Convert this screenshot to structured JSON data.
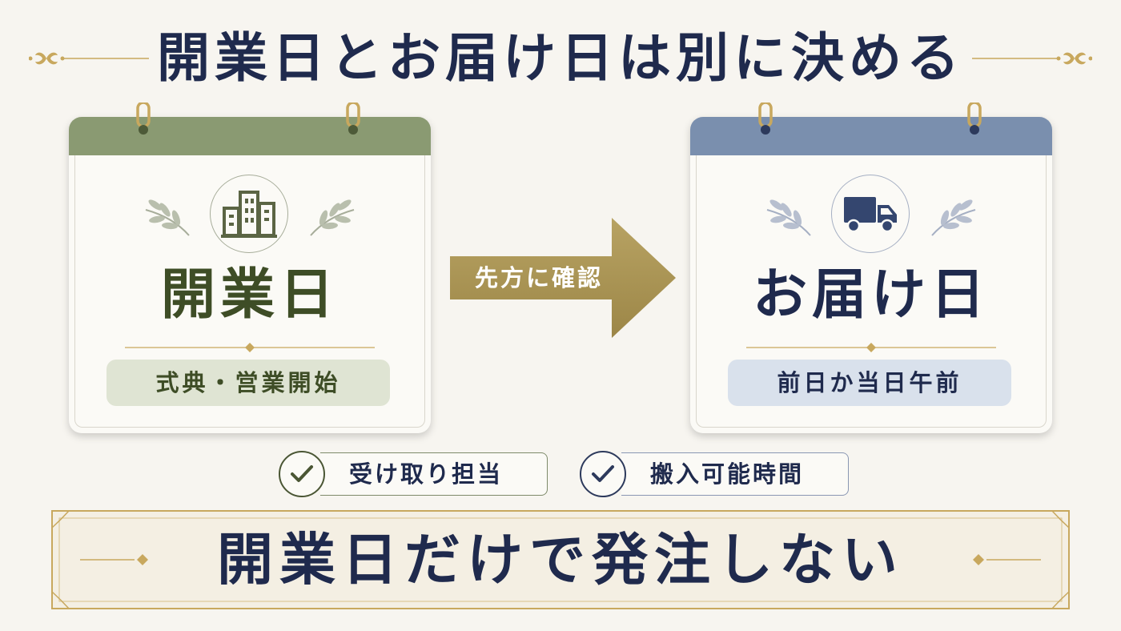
{
  "title": "開業日とお届け日は別に決める",
  "colors": {
    "navy": "#1f2a4d",
    "olive": "#3e4d26",
    "sage_header": "#8a9a72",
    "slate_header": "#7a8fae",
    "gold": "#c8a85e",
    "arrow_gold": "#a8924f"
  },
  "left_card": {
    "label": "開業日",
    "pill": "式典・営業開始",
    "icon": "building-icon"
  },
  "arrow": {
    "label": "先方に確認"
  },
  "right_card": {
    "label": "お届け日",
    "pill": "前日か当日午前",
    "icon": "truck-icon"
  },
  "checks": [
    {
      "label": "受け取り担当",
      "icon": "check-icon"
    },
    {
      "label": "搬入可能時間",
      "icon": "check-icon"
    }
  ],
  "banner": {
    "text": "開業日だけで発注しない"
  }
}
